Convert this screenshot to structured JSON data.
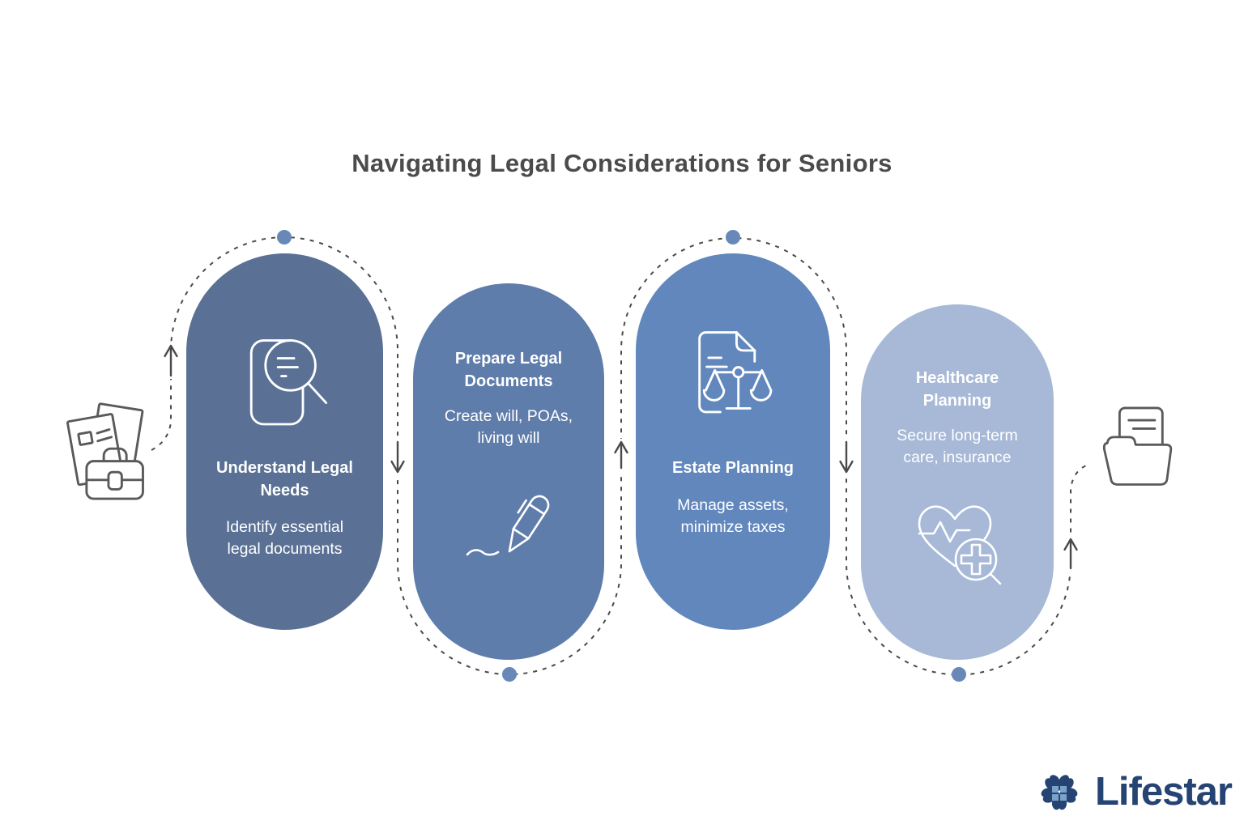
{
  "title": "Navigating Legal Considerations for Seniors",
  "steps": [
    {
      "name": "understand-legal-needs",
      "title": "Understand Legal Needs",
      "description": "Identify essential legal documents",
      "color": "#5a7195",
      "icon": "document-magnifier-icon"
    },
    {
      "name": "prepare-legal-documents",
      "title": "Prepare Legal Documents",
      "description": "Create will, POAs, living will",
      "color": "#5f7dab",
      "icon": "pen-signature-icon"
    },
    {
      "name": "estate-planning",
      "title": "Estate Planning",
      "description": "Manage assets, minimize taxes",
      "color": "#6187bd",
      "icon": "document-scales-icon"
    },
    {
      "name": "healthcare-planning",
      "title": "Healthcare Planning",
      "description": "Secure long-term care, insurance",
      "color": "#a7b9d7",
      "icon": "heart-pulse-magnifier-icon"
    }
  ],
  "connector": {
    "line_color": "#4a4a4a",
    "arrow_color": "#4a4a4a",
    "dot_color": "#6889b8"
  },
  "side_icons": {
    "left": "papers-briefcase-icon",
    "right": "open-folder-documents-icon"
  },
  "logo": {
    "text": "Lifestar",
    "color": "#254373",
    "icon": "lifestar-flower-house-icon"
  }
}
